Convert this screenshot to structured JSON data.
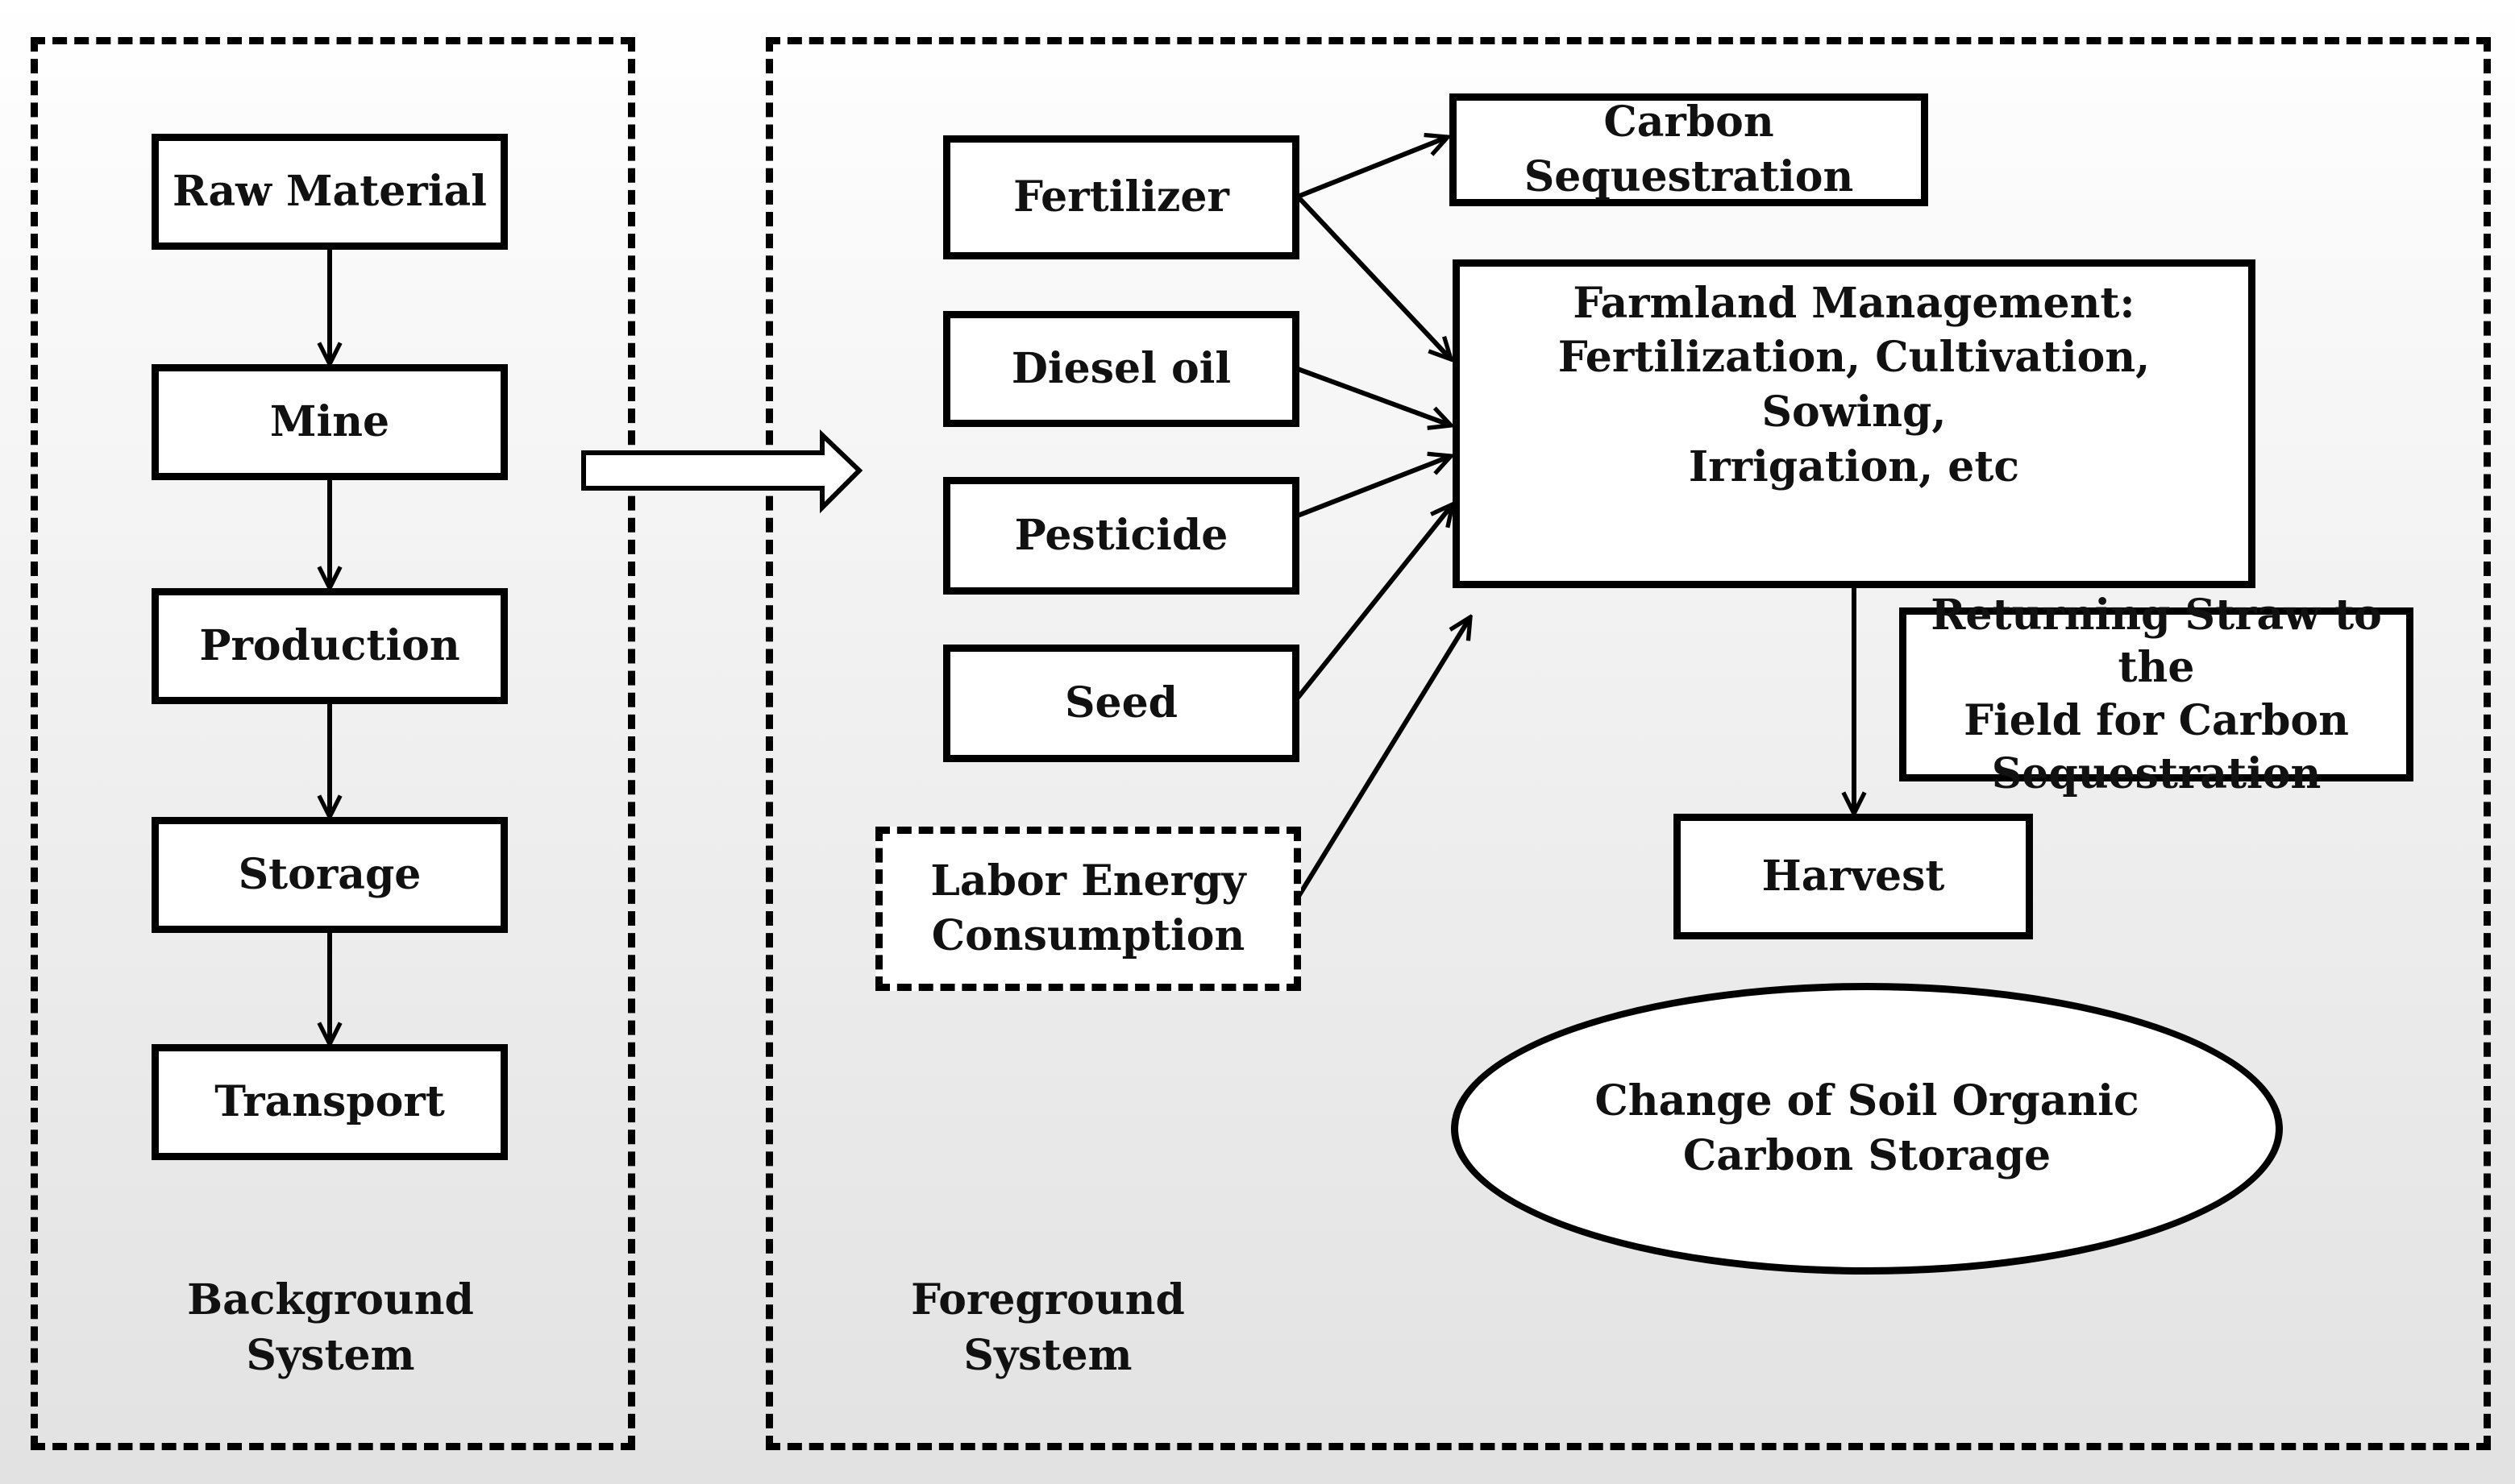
{
  "background": {
    "label_line1": "Background",
    "label_line2": "System",
    "chain": [
      "Raw Material",
      "Mine",
      "Production",
      "Storage",
      "Transport"
    ]
  },
  "foreground": {
    "label_line1": "Foreground",
    "label_line2": "System",
    "inputs": [
      "Fertilizer",
      "Diesel oil",
      "Pesticide",
      "Seed"
    ],
    "labor_line1": "Labor Energy",
    "labor_line2": "Consumption",
    "carbon_sequestration": "Carbon Sequestration",
    "management_line1": "Farmland Management:",
    "management_line2": "Fertilization, Cultivation, Sowing,",
    "management_line3": "Irrigation, etc",
    "straw_line1": "Returning Straw to the",
    "straw_line2": "Field for Carbon",
    "straw_line3": "Sequestration",
    "harvest": "Harvest",
    "soil_line1": "Change of Soil Organic",
    "soil_line2": "Carbon Storage"
  }
}
